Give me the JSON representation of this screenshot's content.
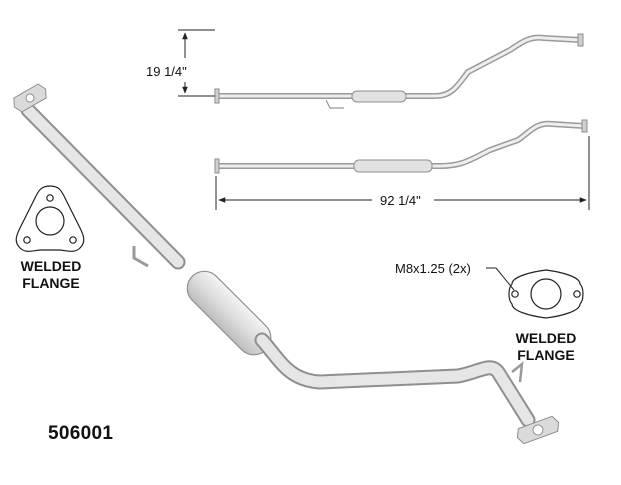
{
  "part_number": "506001",
  "dimensions": {
    "height": "19 1/4\"",
    "length": "92 1/4\""
  },
  "flanges": {
    "left": {
      "line1": "WELDED",
      "line2": "FLANGE"
    },
    "right": {
      "line1": "WELDED",
      "line2": "FLANGE",
      "thread": "M8x1.25 (2x)"
    }
  },
  "colors": {
    "pipe_fill": "#e4e4e4",
    "pipe_stroke": "#9a9a9a",
    "line": "#222222",
    "text": "#111111"
  }
}
